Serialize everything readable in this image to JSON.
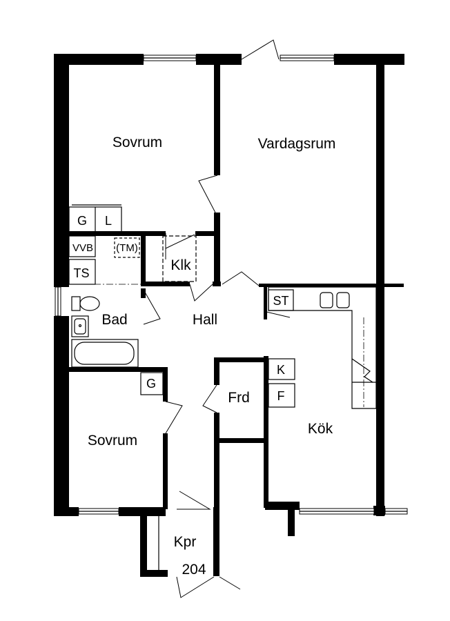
{
  "rooms": {
    "sovrum_top": "Sovrum",
    "vardagsrum": "Vardagsrum",
    "klk": "Klk",
    "hall": "Hall",
    "bad": "Bad",
    "sovrum_bottom": "Sovrum",
    "frd": "Frd",
    "kok": "Kök",
    "kpr": "Kpr",
    "kpr_number": "204"
  },
  "fixtures": {
    "g_top": "G",
    "l_top": "L",
    "vvb": "VVB",
    "tm": "(TM)",
    "ts": "TS",
    "st": "ST",
    "k": "K",
    "f": "F",
    "g_bottom": "G"
  }
}
